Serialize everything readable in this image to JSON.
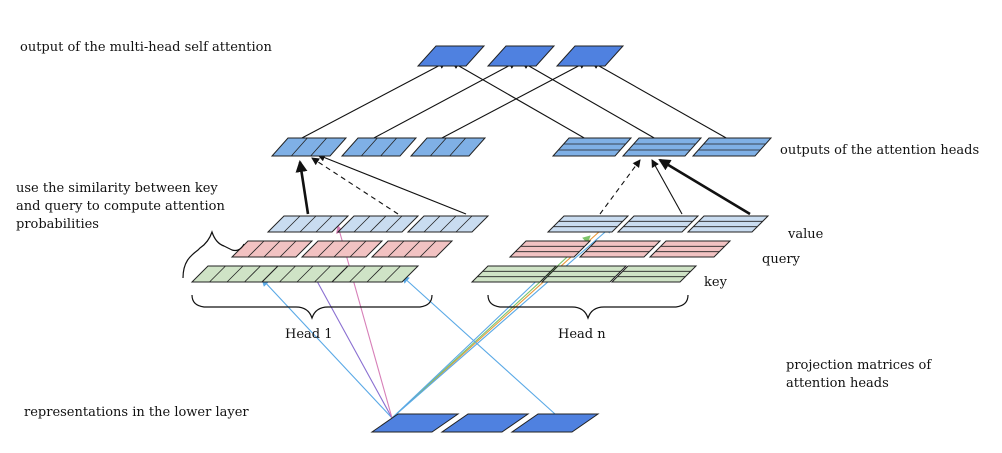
{
  "labels": {
    "output_mhsa": "output of the multi-head self attention",
    "outputs_heads": "outputs of the attention heads",
    "similarity_line1": "use the similarity between key",
    "similarity_line2": "and query to compute attention",
    "similarity_line3": "probabilities",
    "value": "value",
    "query": "query",
    "key": "key",
    "head1": "Head 1",
    "headn": "Head n",
    "projection_line1": "projection matrices of",
    "projection_line2": "attention heads",
    "representations": "representations in the lower layer"
  },
  "colors": {
    "output_fill": "#4f81e0",
    "head_output_fill": "#7fb0e6",
    "value_fill": "#c9dcf0",
    "query_fill": "#f2c2c2",
    "key_fill": "#cfe3c6",
    "input_fill": "#4f81e0",
    "arrow_blue": "#5aa9e6",
    "arrow_purple": "#8a6fd1",
    "arrow_pink": "#d77fb8",
    "arrow_orange": "#e89a3c",
    "arrow_green": "#7cc46a",
    "line": "#111111"
  }
}
